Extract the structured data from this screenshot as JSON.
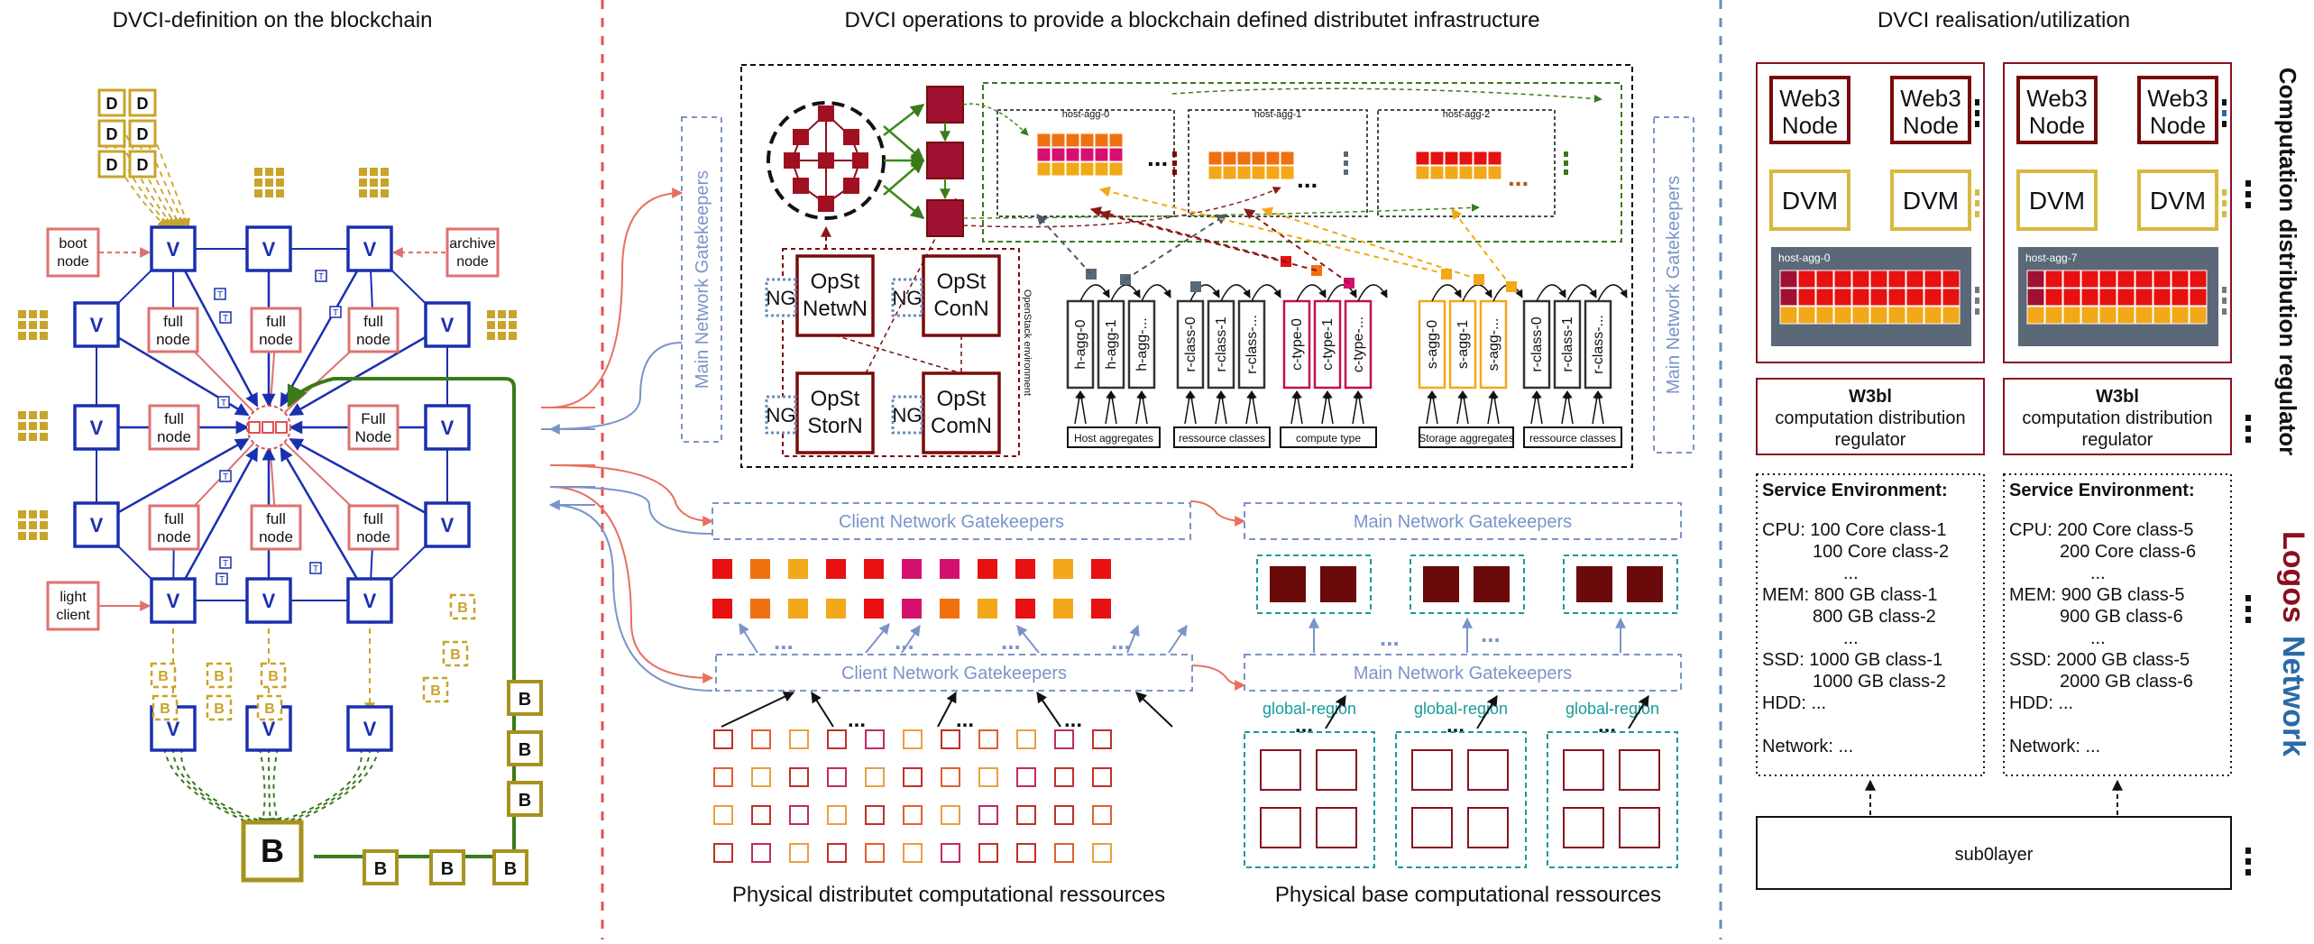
{
  "sections": {
    "left_title": "DVCI-definition on the blockchain",
    "middle_title": "DVCI operations to provide a blockchain defined distributet infrastructure",
    "right_title": "DVCI realisation/utilization"
  },
  "left": {
    "validator_label": "V",
    "data_label": "D",
    "block_label": "B",
    "tx_label": "T",
    "boot_node": [
      "boot",
      "node"
    ],
    "archive_node": [
      "archive",
      "node"
    ],
    "light_client": [
      "light",
      "client"
    ],
    "full_node": [
      "full",
      "node"
    ],
    "full_node_caps": [
      "Full",
      "Node"
    ]
  },
  "middle": {
    "side_gatekeepers_left": "Main Network Gatekeepers",
    "side_gatekeepers_right": "Main Network Gatekeepers",
    "openstack_env": "OpenStack environment",
    "ng": "NG",
    "opst": "OpSt",
    "netwn": "NetwN",
    "conn": "ConN",
    "storn": "StorN",
    "comn": "ComN",
    "host_agg_labels": [
      "host-agg-0",
      "host-agg-1",
      "host-agg-2"
    ],
    "h_agg": [
      "h-agg-0",
      "h-agg-1",
      "h-agg-..."
    ],
    "r_class": [
      "r-class-0",
      "r-class-1",
      "r-class-..."
    ],
    "c_type": [
      "c-type-0",
      "c-type-1",
      "c-type-..."
    ],
    "s_agg": [
      "s-agg-0",
      "s-agg-1",
      "s-agg-..."
    ],
    "r_class2": [
      "r-class-0",
      "r-class-1",
      "r-class-..."
    ],
    "group_labels": [
      "Host aggregates",
      "ressource classes",
      "compute type",
      "Storage aggregates",
      "ressource classes"
    ],
    "client_gk_top": "Client Network Gatekeepers",
    "main_gk_top": "Main Network Gatekeepers",
    "client_gk_bottom": "Client Network Gatekeepers",
    "main_gk_bottom": "Main Network Gatekeepers",
    "global_region": "global-region",
    "ellipsis": "...",
    "footer_left": "Physical distributet computational ressources",
    "footer_right": "Physical base computational ressources"
  },
  "right": {
    "web3_node": [
      "Web3",
      "Node"
    ],
    "dvm": "DVM",
    "host_agg_a": "host-agg-0",
    "host_agg_b": "host-agg-7",
    "w3bl_title": "W3bl",
    "w3bl_text": [
      "computation distribution",
      "regulator"
    ],
    "service_env": [
      {
        "title": "Service Environment:",
        "lines": [
          "CPU: 100 Core class-1",
          "100 Core class-2",
          "...",
          "MEM: 800 GB class-1",
          "800 GB class-2",
          "...",
          "SSD: 1000 GB class-1",
          "1000 GB class-2",
          "HDD: ...",
          "",
          "Network: ..."
        ]
      },
      {
        "title": "Service Environment:",
        "lines": [
          "CPU: 200 Core class-5",
          "200 Core class-6",
          "...",
          "MEM: 900 GB class-5",
          "900 GB class-6",
          "...",
          "SSD: 2000 GB class-5",
          "2000 GB class-6",
          "HDD: ...",
          "",
          "Network: ..."
        ]
      }
    ],
    "sub0layer": "sub0layer",
    "side_label_top": "Computation distribution regulator",
    "side_label_logos": "Logos",
    "side_label_network": "Network",
    "ellipsis": "..."
  },
  "colors": {
    "validator": "#1a2fb0",
    "full_node": "#e07070",
    "data": "#c8a42a",
    "block": "#a8921f",
    "green": "#3a7a1a",
    "dark_red": "#7a0a0a",
    "red": "#e81010",
    "orange": "#f07010",
    "gold": "#f2a818",
    "magenta": "#d6106e",
    "teal": "#1a9a9a",
    "gatekeeper": "#7a94c8",
    "slate": "#5a6878",
    "logos": "#8a1020",
    "network": "#2a6aa8"
  }
}
